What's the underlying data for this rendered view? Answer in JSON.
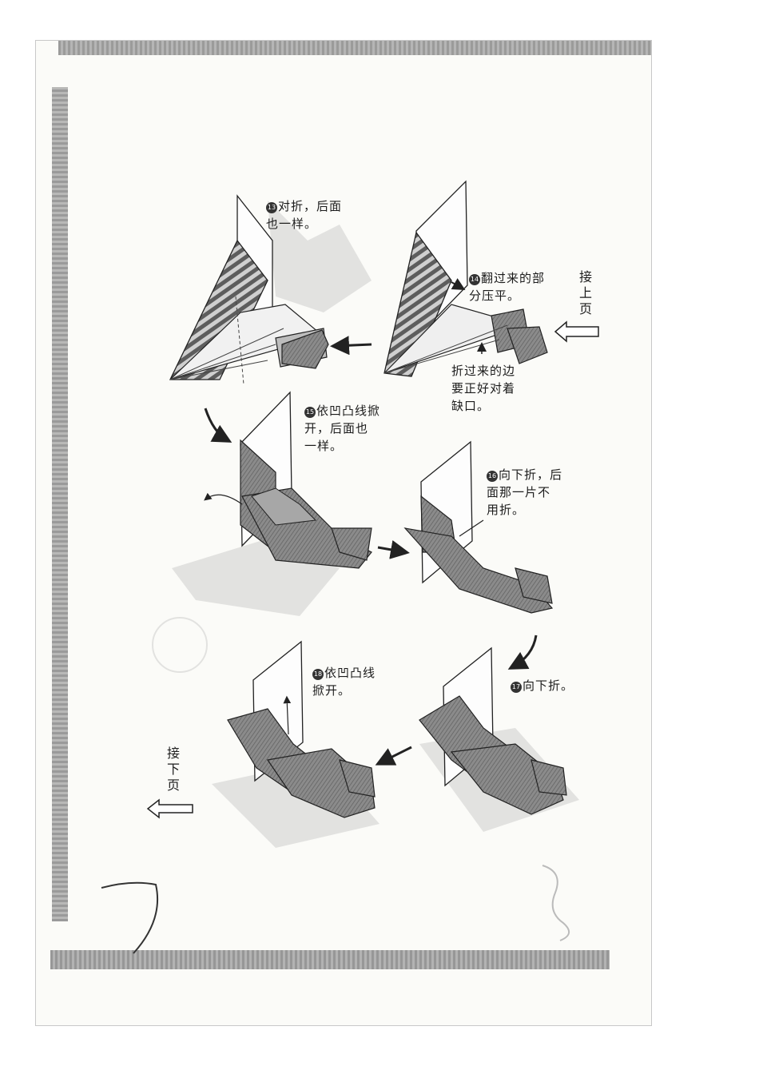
{
  "steps": [
    {
      "num": "13",
      "text": "对折，后面\n也一样。"
    },
    {
      "num": "14",
      "text": "翻过来的部\n分压平。"
    },
    {
      "num": "15",
      "text": "依凹凸线掀\n开，后面也\n一样。"
    },
    {
      "num": "16",
      "text": "向下折，后\n面那一片不\n用折。"
    },
    {
      "num": "17",
      "text": "向下折。"
    },
    {
      "num": "18",
      "text": "依凹凸线\n掀开。"
    }
  ],
  "edge_note": "折过来的边\n要正好对着\n缺口。",
  "continue_from": "接上页",
  "continue_to": "接下页",
  "colors": {
    "paper": "#fbfbf8",
    "band": "#999999",
    "model_dark": "#6e6e6e",
    "model_mid": "#8f8f8f",
    "ink": "#1c1c1c"
  }
}
